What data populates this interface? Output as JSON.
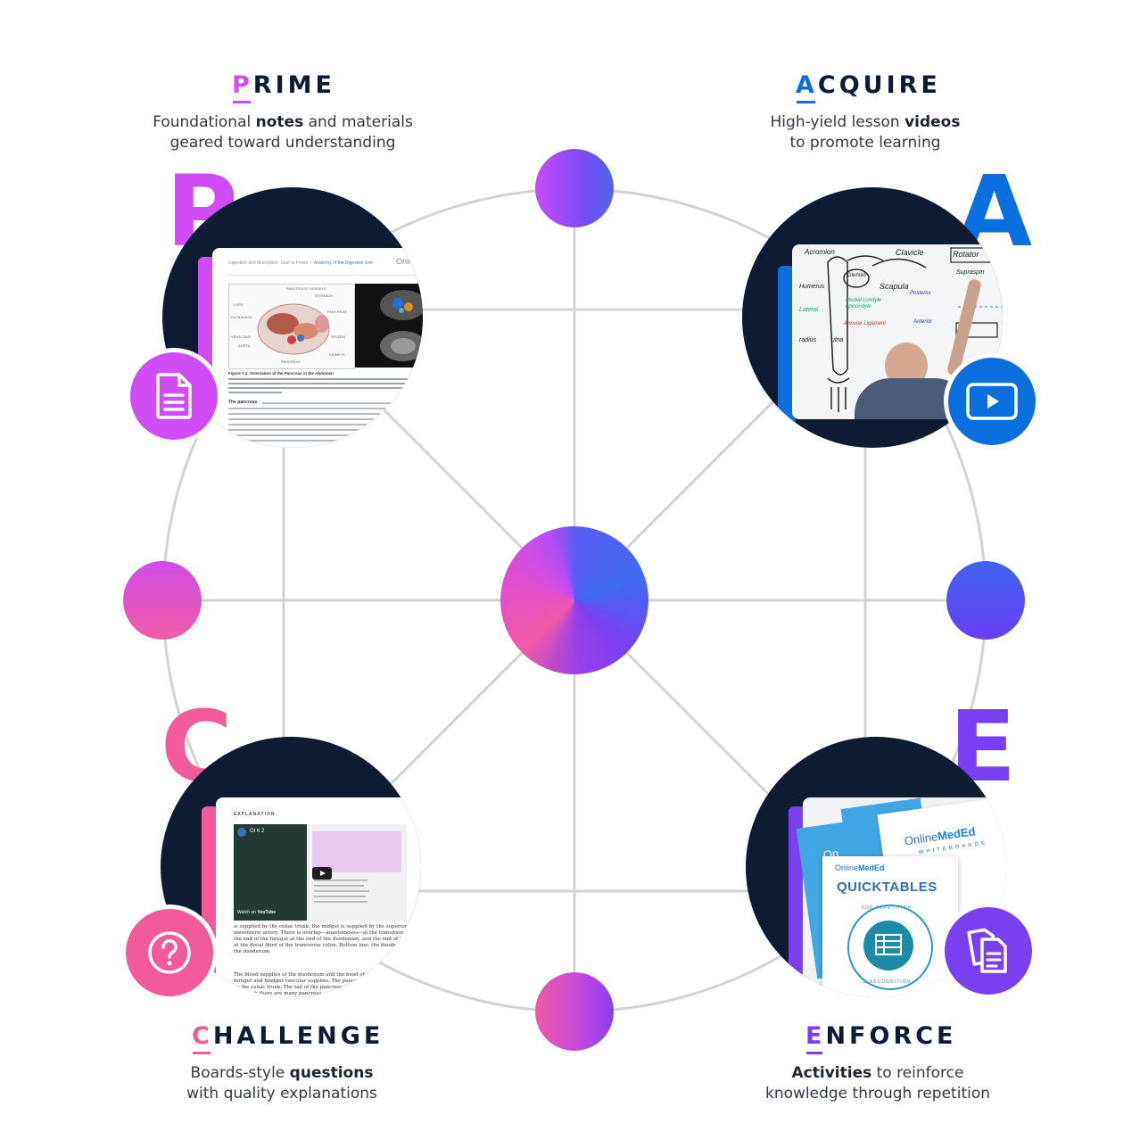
{
  "colors": {
    "prime": "#cf4cf6",
    "acquire": "#0b6fdf",
    "challenge": "#f25a9b",
    "enforce": "#7b3ff2",
    "navy": "#0d1b33",
    "grid": "#d0d0d0"
  },
  "sections": {
    "prime": {
      "letter": "P",
      "heading_first": "P",
      "heading_rest": "RIME",
      "desc_line1_pre": "Foundational ",
      "desc_line1_bold": "notes",
      "desc_line1_post": " and materials",
      "desc_line2": "geared toward understanding",
      "icon": "document-icon",
      "screen": {
        "breadcrumb1": "Digestion and Absorption: Start to Finish",
        "breadcrumb2": "Anatomy of the Digestive Unit",
        "corner": "Onli",
        "figure_caption": "Figure 7.1: Orientation of the Pancreas in the Abdomen",
        "body_lead": "The pancreas",
        "labels": [
          "PANCREATIC VESSELS",
          "STOMACH",
          "PANCREAS",
          "LIVER",
          "DUODENUM",
          "SPLEEN",
          "VENA CAVA",
          "AORTA",
          "KIDNEYS",
          "PANCREAS"
        ]
      }
    },
    "acquire": {
      "letter": "A",
      "heading_first": "A",
      "heading_rest": "CQUIRE",
      "desc_line1_pre": "High-yield lesson ",
      "desc_line1_bold": "videos",
      "desc_line1_post": "",
      "desc_line2": "to promote learning",
      "icon": "play-video-icon",
      "whiteboard": [
        "Acromion",
        "Clavicle",
        "Rotator",
        "Glenoid",
        "Scapula",
        "Humerus",
        "Posterior",
        "Anterior",
        "Medial condyle epicondyle",
        "Annular Ligament",
        "Lateral",
        "radius",
        "ulna",
        "Supraspin"
      ]
    },
    "challenge": {
      "letter": "C",
      "heading_first": "C",
      "heading_rest": "HALLENGE",
      "desc_line1_pre": "Boards-style ",
      "desc_line1_bold": "questions",
      "desc_line1_post": "",
      "desc_line2": "with quality explanations",
      "icon": "question-mark-icon",
      "screen": {
        "label": "EXPLANATION",
        "video_title": "GI 6 2",
        "watch_on": "Watch on",
        "youtube": "YouTube",
        "body_text": "is supplied by the celiac trunk, the midgut is supplied by the superior mesenteric artery. There is overlap—anastomoses—at the transition points—the end of the foregut at the end of the duodenum, and the end of the midgut at the distal third of the transverse colon. Bottom line: the duodenum is about the duodenum.",
        "body_text2": "The blood supplies of the duodenum and the head of the pancreas are the foregut and hindgut vascular supplies. The pancreas is considered primarily by the celiac trunk. The tail of the pancreas is supplied by the splenic trunk (although there are many pancreas"
      }
    },
    "enforce": {
      "letter": "E",
      "heading_first": "E",
      "heading_rest": "NFORCE",
      "desc_line1_pre": "",
      "desc_line1_bold": "Activities",
      "desc_line1_post": " to reinforce",
      "desc_line2": "knowledge through repetition",
      "icon": "copy-documents-icon",
      "cards": {
        "brand_online": "Online",
        "brand_meded": "MedEd",
        "whiteboards": "WHITEBOARDS",
        "quicktables": "QUICKTABLES",
        "ring_text_top": "FOR REPETITION",
        "ring_text_bottom": "& RECOGNITION",
        "partial": "On"
      }
    }
  }
}
